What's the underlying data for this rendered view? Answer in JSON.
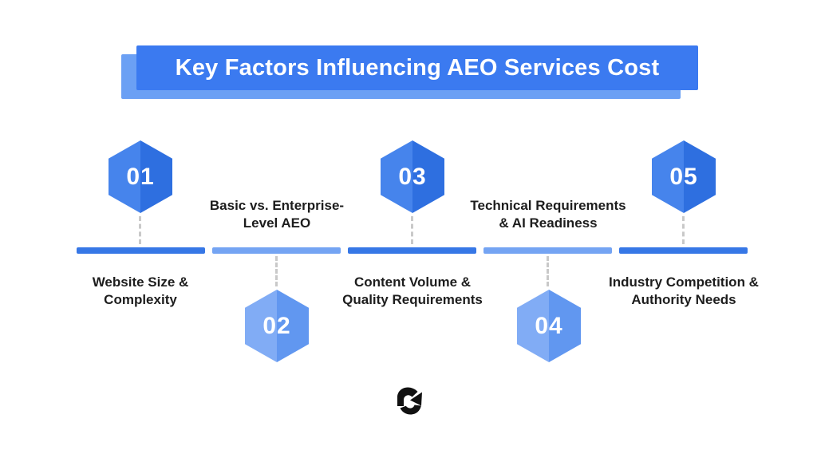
{
  "title": {
    "text": "Key Factors Influencing AEO Services Cost"
  },
  "factors": [
    {
      "number": "01",
      "label_line1": "Website Size &",
      "label_line2": "Complexity",
      "hexagon_position": "top",
      "tone": "dark"
    },
    {
      "number": "02",
      "label_line1": "Basic vs. Enterprise-",
      "label_line2": "Level AEO",
      "hexagon_position": "bottom",
      "tone": "light"
    },
    {
      "number": "03",
      "label_line1": "Content Volume &",
      "label_line2": "Quality Requirements",
      "hexagon_position": "top",
      "tone": "dark"
    },
    {
      "number": "04",
      "label_line1": "Technical Requirements",
      "label_line2": "& AI Readiness",
      "hexagon_position": "bottom",
      "tone": "light"
    },
    {
      "number": "05",
      "label_line1": "Industry Competition &",
      "label_line2": "Authority Needs",
      "hexagon_position": "top",
      "tone": "dark"
    }
  ],
  "colors": {
    "title_main": "#3b7af0",
    "title_shadow": "#6ba0f4",
    "bar_dark": "#3677e6",
    "bar_light": "#74a4f3",
    "hex_dark_left": "#4684ec",
    "hex_dark_right": "#2e6fe0",
    "hex_light_left": "#81acf5",
    "hex_light_right": "#6197f0",
    "connector": "#c9c9c9",
    "label_text": "#1d1d1d",
    "logo": "#111111"
  },
  "brand": {
    "logo_icon": "g-arrow-logo"
  }
}
